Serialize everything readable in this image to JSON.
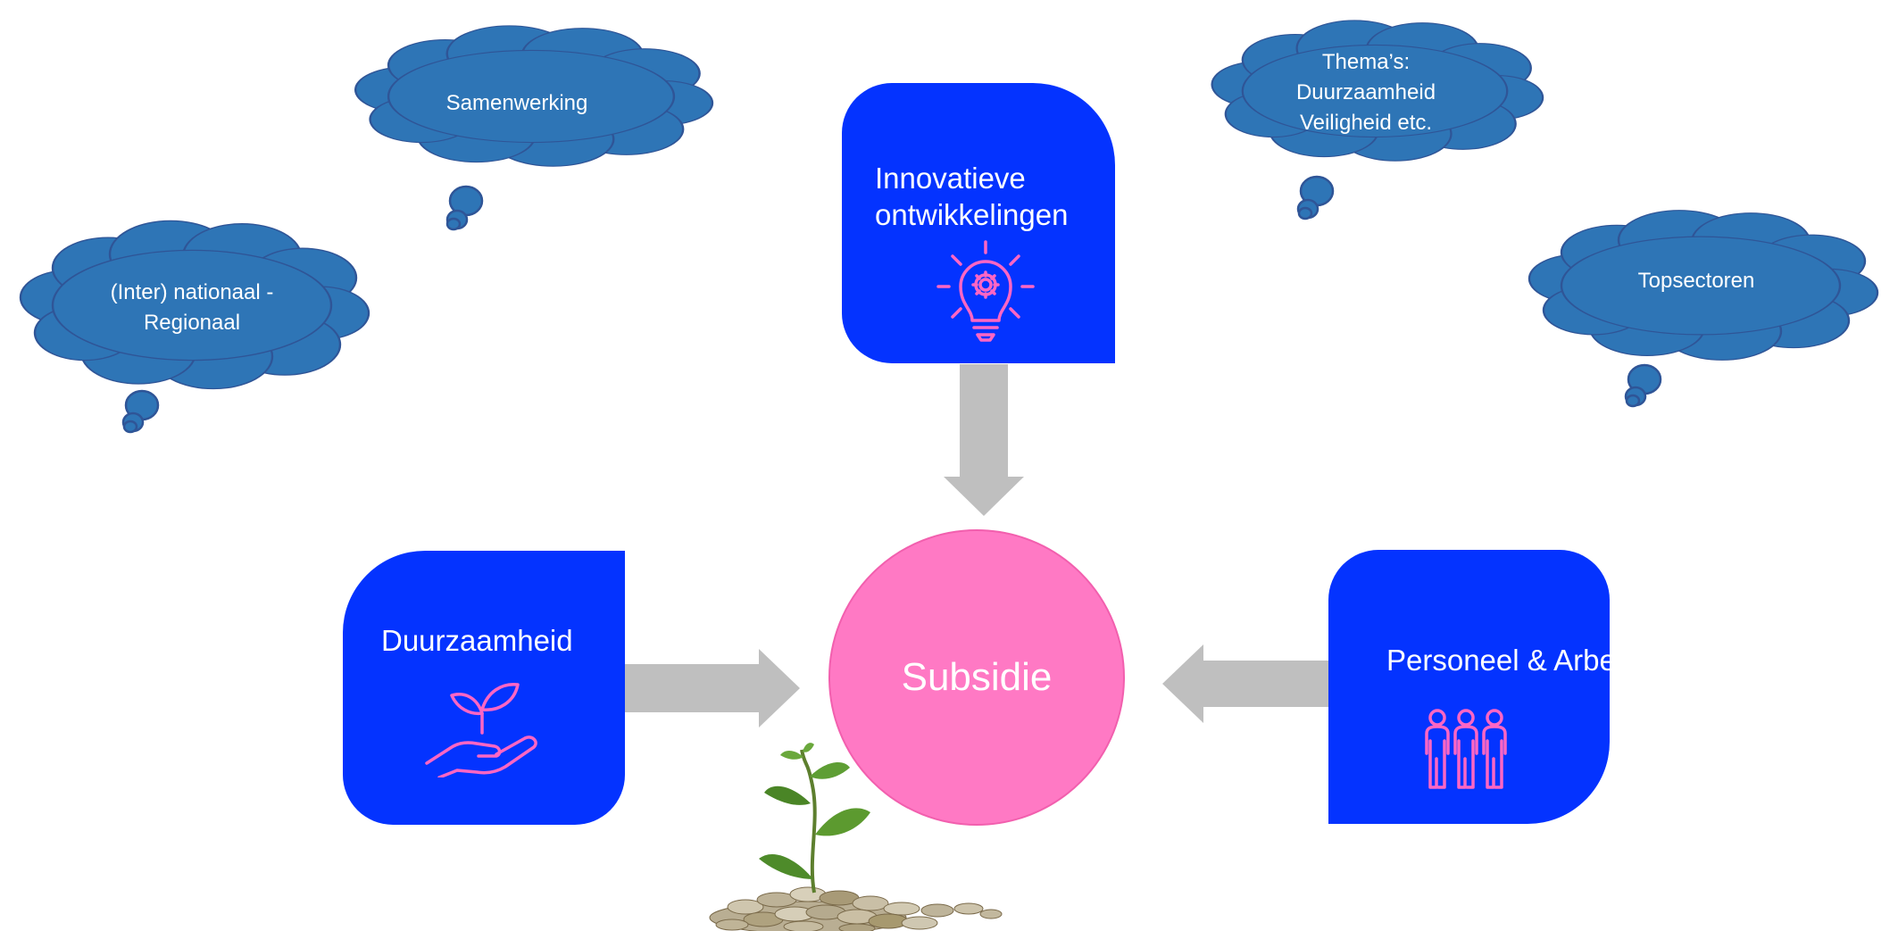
{
  "colors": {
    "cloud_fill": "#2E75B6",
    "cloud_stroke": "#2F5597",
    "box_fill": "#0433FF",
    "hub_fill": "#FF79C4",
    "icon_stroke": "#FF66C4",
    "arrow_fill": "#BFBFBF"
  },
  "clouds": {
    "samenwerking": {
      "lines": [
        "Samenwerking"
      ]
    },
    "national": {
      "lines": [
        "(Inter) nationaal -",
        "Regionaal"
      ]
    },
    "themas": {
      "lines": [
        "Thema’s:",
        "Duurzaamheid",
        "Veiligheid etc."
      ]
    },
    "topsectoren": {
      "lines": [
        "Topsectoren"
      ]
    }
  },
  "boxes": {
    "innovatieve": {
      "lines": [
        "Innovatieve",
        "ontwikkelingen"
      ],
      "icon": "lightbulb-gear-icon"
    },
    "duurzaamheid": {
      "lines": [
        "Duurzaamheid"
      ],
      "icon": "plant-in-hand-icon"
    },
    "personeel": {
      "lines": [
        "Personeel & Arbeid"
      ],
      "icon": "group-of-people-icon"
    }
  },
  "hub": {
    "label": "Subsidie"
  },
  "image": {
    "icon": "plant-on-coins-image"
  }
}
